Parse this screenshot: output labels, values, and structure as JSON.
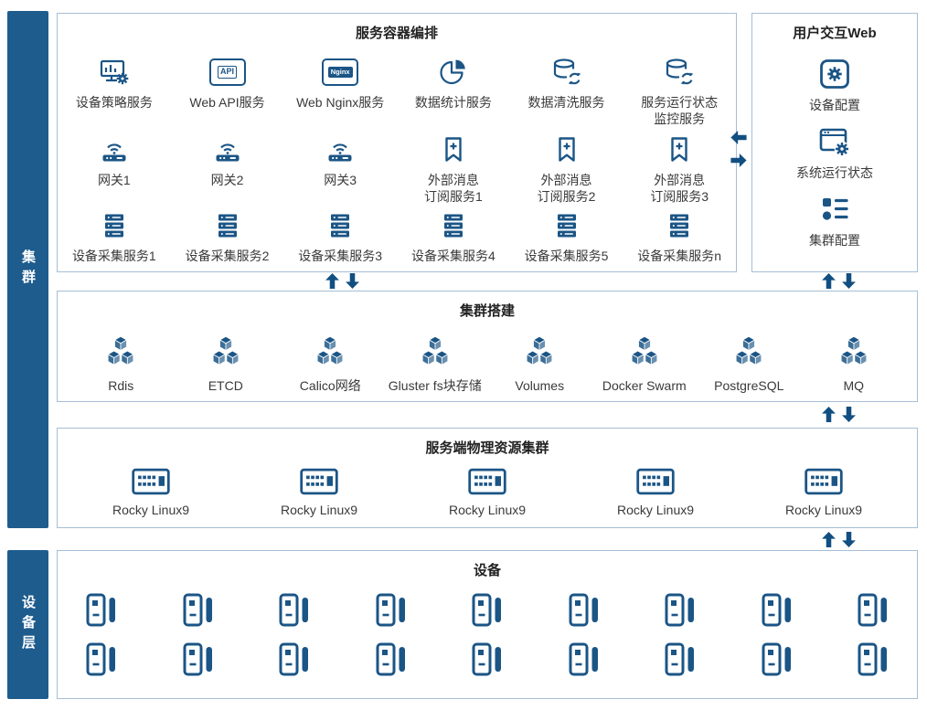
{
  "sidebar": {
    "cluster": "集群",
    "device_layer": "设备层"
  },
  "orchestration": {
    "title": "服务容器编排",
    "row1": [
      {
        "icon": "monitor-chart-gear",
        "label": "设备策略服务"
      },
      {
        "icon": "api-window",
        "label": "Web API服务",
        "badge": "API"
      },
      {
        "icon": "nginx-window",
        "label": "Web Nginx服务",
        "badge": "Nginx"
      },
      {
        "icon": "pie-chart",
        "label": "数据统计服务"
      },
      {
        "icon": "database-refresh",
        "label": "数据清洗服务"
      },
      {
        "icon": "database-refresh",
        "label": "服务运行状态\n监控服务"
      }
    ],
    "row2": [
      {
        "icon": "wireless-gateway",
        "label": "网关1"
      },
      {
        "icon": "wireless-gateway",
        "label": "网关2"
      },
      {
        "icon": "wireless-gateway",
        "label": "网关3"
      },
      {
        "icon": "bookmark-plus",
        "label": "外部消息\n订阅服务1"
      },
      {
        "icon": "bookmark-plus",
        "label": "外部消息\n订阅服务2"
      },
      {
        "icon": "bookmark-plus",
        "label": "外部消息\n订阅服务3"
      }
    ],
    "row3": [
      {
        "icon": "server-rack",
        "label": "设备采集服务1"
      },
      {
        "icon": "server-rack",
        "label": "设备采集服务2"
      },
      {
        "icon": "server-rack",
        "label": "设备采集服务3"
      },
      {
        "icon": "server-rack",
        "label": "设备采集服务4"
      },
      {
        "icon": "server-rack",
        "label": "设备采集服务5"
      },
      {
        "icon": "server-rack",
        "label": "设备采集服务n"
      }
    ]
  },
  "user_web": {
    "title": "用户交互Web",
    "items": [
      {
        "icon": "gear-box",
        "label": "设备配置"
      },
      {
        "icon": "window-gear",
        "label": "系统运行状态"
      },
      {
        "icon": "cluster-config",
        "label": "集群配置"
      }
    ]
  },
  "cluster_setup": {
    "title": "集群搭建",
    "items": [
      {
        "icon": "cube-cluster",
        "label": "Rdis"
      },
      {
        "icon": "cube-cluster",
        "label": "ETCD"
      },
      {
        "icon": "cube-cluster",
        "label": "Calico网络"
      },
      {
        "icon": "cube-cluster",
        "label": "Gluster fs块存储"
      },
      {
        "icon": "cube-cluster",
        "label": "Volumes"
      },
      {
        "icon": "cube-cluster",
        "label": "Docker Swarm"
      },
      {
        "icon": "cube-cluster",
        "label": "PostgreSQL"
      },
      {
        "icon": "cube-cluster",
        "label": "MQ"
      }
    ]
  },
  "physical_cluster": {
    "title": "服务端物理资源集群",
    "items": [
      {
        "icon": "hardware-module",
        "label": "Rocky Linux9"
      },
      {
        "icon": "hardware-module",
        "label": "Rocky Linux9"
      },
      {
        "icon": "hardware-module",
        "label": "Rocky Linux9"
      },
      {
        "icon": "hardware-module",
        "label": "Rocky Linux9"
      },
      {
        "icon": "hardware-module",
        "label": "Rocky Linux9"
      }
    ]
  },
  "device_box": {
    "title": "设备",
    "rows": 2,
    "devices_per_row": 9
  },
  "colors": {
    "primary_blue": "#1b5586",
    "sidebar_blue": "#1e5c8e",
    "arrow_blue": "#114f82",
    "box_border": "#a6bed5",
    "label_text": "#3a3a3a"
  }
}
